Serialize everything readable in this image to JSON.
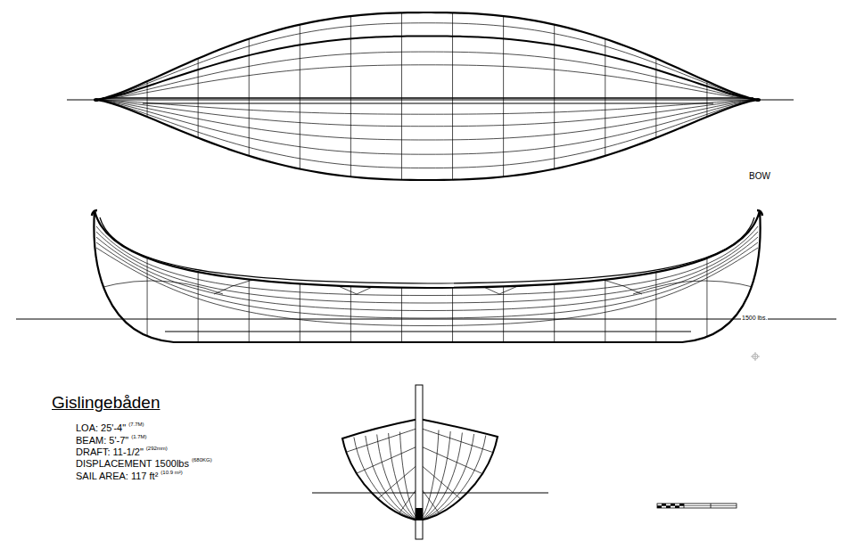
{
  "diagram": {
    "title": "Gislingebåden",
    "labels": [
      "BOW",
      "1500 lbs.",
      "LOA: 25'-4\"",
      "(7.7M)",
      "BEAM: 5'-7\"",
      "(1.7M)",
      "DRAFT: 11-1/2\"",
      "(292mm)",
      "DISPLACEMENT 1500lbs",
      "(680KG)",
      "SAIL AREA: 117 ft²",
      "(10.9 m²)"
    ]
  }
}
